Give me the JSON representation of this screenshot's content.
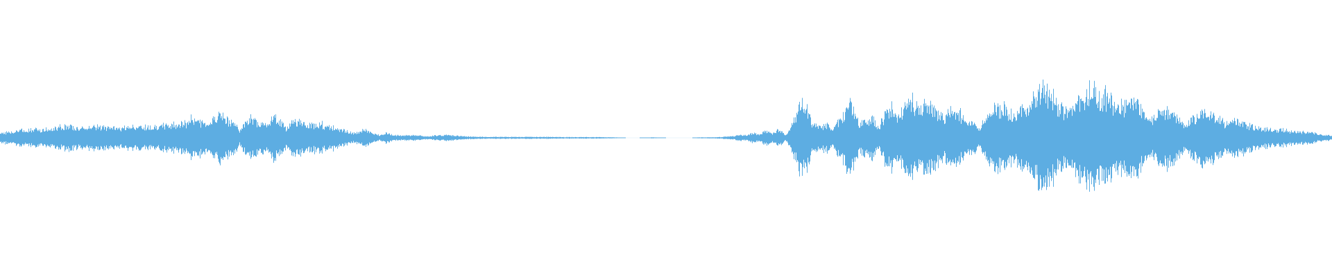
{
  "waveform": {
    "color": "#5dade2",
    "background": "#ffffff",
    "envelope": [
      [
        0.0,
        0.02
      ],
      [
        0.01,
        0.028
      ],
      [
        0.02,
        0.034
      ],
      [
        0.03,
        0.036
      ],
      [
        0.04,
        0.04
      ],
      [
        0.05,
        0.05
      ],
      [
        0.06,
        0.04
      ],
      [
        0.07,
        0.05
      ],
      [
        0.08,
        0.044
      ],
      [
        0.09,
        0.04
      ],
      [
        0.1,
        0.048
      ],
      [
        0.11,
        0.046
      ],
      [
        0.12,
        0.05
      ],
      [
        0.13,
        0.056
      ],
      [
        0.14,
        0.06
      ],
      [
        0.145,
        0.092
      ],
      [
        0.15,
        0.07
      ],
      [
        0.155,
        0.06
      ],
      [
        0.16,
        0.082
      ],
      [
        0.165,
        0.1
      ],
      [
        0.17,
        0.08
      ],
      [
        0.175,
        0.07
      ],
      [
        0.18,
        0.03
      ],
      [
        0.185,
        0.084
      ],
      [
        0.19,
        0.08
      ],
      [
        0.195,
        0.064
      ],
      [
        0.2,
        0.06
      ],
      [
        0.205,
        0.094
      ],
      [
        0.21,
        0.072
      ],
      [
        0.215,
        0.04
      ],
      [
        0.22,
        0.076
      ],
      [
        0.225,
        0.07
      ],
      [
        0.23,
        0.048
      ],
      [
        0.235,
        0.056
      ],
      [
        0.24,
        0.064
      ],
      [
        0.245,
        0.044
      ],
      [
        0.25,
        0.046
      ],
      [
        0.255,
        0.034
      ],
      [
        0.26,
        0.03
      ],
      [
        0.265,
        0.018
      ],
      [
        0.27,
        0.026
      ],
      [
        0.275,
        0.034
      ],
      [
        0.28,
        0.016
      ],
      [
        0.285,
        0.012
      ],
      [
        0.29,
        0.022
      ],
      [
        0.295,
        0.012
      ],
      [
        0.3,
        0.01
      ],
      [
        0.31,
        0.012
      ],
      [
        0.32,
        0.006
      ],
      [
        0.33,
        0.012
      ],
      [
        0.34,
        0.01
      ],
      [
        0.35,
        0.006
      ],
      [
        0.36,
        0.004
      ],
      [
        0.37,
        0.004
      ],
      [
        0.38,
        0.004
      ],
      [
        0.39,
        0.004
      ],
      [
        0.4,
        0.004
      ],
      [
        0.41,
        0.004
      ],
      [
        0.42,
        0.003
      ],
      [
        0.43,
        0.003
      ],
      [
        0.44,
        0.003
      ],
      [
        0.45,
        0.003
      ],
      [
        0.46,
        0.002
      ],
      [
        0.47,
        0.0
      ],
      [
        0.48,
        0.0
      ],
      [
        0.49,
        0.002
      ],
      [
        0.5,
        0.0
      ],
      [
        0.51,
        0.0
      ],
      [
        0.52,
        0.0
      ],
      [
        0.525,
        0.002
      ],
      [
        0.53,
        0.002
      ],
      [
        0.54,
        0.003
      ],
      [
        0.55,
        0.006
      ],
      [
        0.555,
        0.014
      ],
      [
        0.56,
        0.01
      ],
      [
        0.565,
        0.02
      ],
      [
        0.57,
        0.014
      ],
      [
        0.575,
        0.03
      ],
      [
        0.58,
        0.016
      ],
      [
        0.585,
        0.036
      ],
      [
        0.59,
        0.01
      ],
      [
        0.595,
        0.06
      ],
      [
        0.6,
        0.13
      ],
      [
        0.605,
        0.15
      ],
      [
        0.61,
        0.06
      ],
      [
        0.615,
        0.046
      ],
      [
        0.62,
        0.06
      ],
      [
        0.625,
        0.03
      ],
      [
        0.63,
        0.076
      ],
      [
        0.635,
        0.12
      ],
      [
        0.64,
        0.14
      ],
      [
        0.645,
        0.06
      ],
      [
        0.65,
        0.07
      ],
      [
        0.655,
        0.09
      ],
      [
        0.66,
        0.04
      ],
      [
        0.665,
        0.11
      ],
      [
        0.67,
        0.14
      ],
      [
        0.675,
        0.09
      ],
      [
        0.68,
        0.13
      ],
      [
        0.685,
        0.164
      ],
      [
        0.69,
        0.12
      ],
      [
        0.695,
        0.15
      ],
      [
        0.7,
        0.14
      ],
      [
        0.705,
        0.1
      ],
      [
        0.71,
        0.09
      ],
      [
        0.715,
        0.13
      ],
      [
        0.72,
        0.106
      ],
      [
        0.725,
        0.08
      ],
      [
        0.73,
        0.07
      ],
      [
        0.735,
        0.034
      ],
      [
        0.74,
        0.09
      ],
      [
        0.745,
        0.116
      ],
      [
        0.75,
        0.126
      ],
      [
        0.755,
        0.12
      ],
      [
        0.76,
        0.1
      ],
      [
        0.765,
        0.124
      ],
      [
        0.77,
        0.128
      ],
      [
        0.775,
        0.16
      ],
      [
        0.78,
        0.19
      ],
      [
        0.785,
        0.2
      ],
      [
        0.79,
        0.17
      ],
      [
        0.795,
        0.14
      ],
      [
        0.8,
        0.12
      ],
      [
        0.805,
        0.13
      ],
      [
        0.81,
        0.16
      ],
      [
        0.815,
        0.2
      ],
      [
        0.82,
        0.206
      ],
      [
        0.825,
        0.184
      ],
      [
        0.83,
        0.18
      ],
      [
        0.835,
        0.16
      ],
      [
        0.84,
        0.13
      ],
      [
        0.845,
        0.14
      ],
      [
        0.85,
        0.176
      ],
      [
        0.855,
        0.15
      ],
      [
        0.86,
        0.09
      ],
      [
        0.865,
        0.08
      ],
      [
        0.87,
        0.1
      ],
      [
        0.875,
        0.116
      ],
      [
        0.88,
        0.108
      ],
      [
        0.885,
        0.08
      ],
      [
        0.89,
        0.05
      ],
      [
        0.895,
        0.084
      ],
      [
        0.9,
        0.1
      ],
      [
        0.905,
        0.11
      ],
      [
        0.91,
        0.096
      ],
      [
        0.915,
        0.08
      ],
      [
        0.92,
        0.06
      ],
      [
        0.925,
        0.07
      ],
      [
        0.93,
        0.076
      ],
      [
        0.935,
        0.06
      ],
      [
        0.94,
        0.05
      ],
      [
        0.945,
        0.044
      ],
      [
        0.95,
        0.04
      ],
      [
        0.955,
        0.036
      ],
      [
        0.96,
        0.034
      ],
      [
        0.965,
        0.032
      ],
      [
        0.97,
        0.03
      ],
      [
        0.975,
        0.026
      ],
      [
        0.98,
        0.024
      ],
      [
        0.985,
        0.022
      ],
      [
        0.99,
        0.016
      ],
      [
        0.995,
        0.012
      ],
      [
        1.0,
        0.01
      ]
    ]
  }
}
